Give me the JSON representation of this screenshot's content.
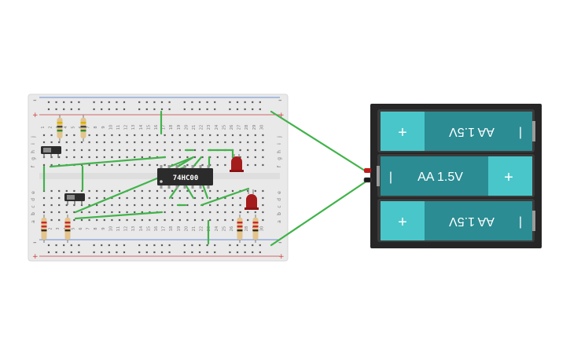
{
  "colors": {
    "page": "#ffffff",
    "breadboard": "#e9e9e9",
    "breadboard_edge": "#d6d6d6",
    "hole": "#555555",
    "rail_red": "#cc3b3b",
    "rail_blue": "#3b6fcc",
    "wire": "#41b34a",
    "chip": "#2b2b2b",
    "led": "#a51c1c",
    "battery_holder": "#262626",
    "cell_teal": "#2b8c93",
    "cell_cap": "#49c6ca",
    "cell_text": "#ffffff"
  },
  "breadboard": {
    "column_numbers": [
      "1",
      "2",
      "3",
      "4",
      "5",
      "6",
      "7",
      "8",
      "9",
      "10",
      "11",
      "12",
      "13",
      "14",
      "15",
      "16",
      "17",
      "18",
      "19",
      "20",
      "21",
      "22",
      "23",
      "24",
      "25",
      "26",
      "27",
      "28",
      "29",
      "30"
    ],
    "row_letters_top": [
      "j",
      "i",
      "h",
      "g",
      "f"
    ],
    "row_letters_bottom": [
      "e",
      "d",
      "c",
      "b",
      "a"
    ],
    "rail_plus": "+",
    "rail_minus": "–"
  },
  "chip": {
    "label": "74HC00"
  },
  "battery": {
    "cells": [
      {
        "label": "AA 1.5V",
        "plus": "+",
        "minus": "|",
        "flipped": true
      },
      {
        "label": "AA 1.5V",
        "plus": "+",
        "minus": "|",
        "flipped": false
      },
      {
        "label": "AA 1.5V",
        "plus": "+",
        "minus": "|",
        "flipped": true
      }
    ]
  },
  "icons": [
    "slide-switch-icon",
    "resistor-icon",
    "led-icon",
    "ic-chip-icon",
    "battery-cell-icon"
  ]
}
